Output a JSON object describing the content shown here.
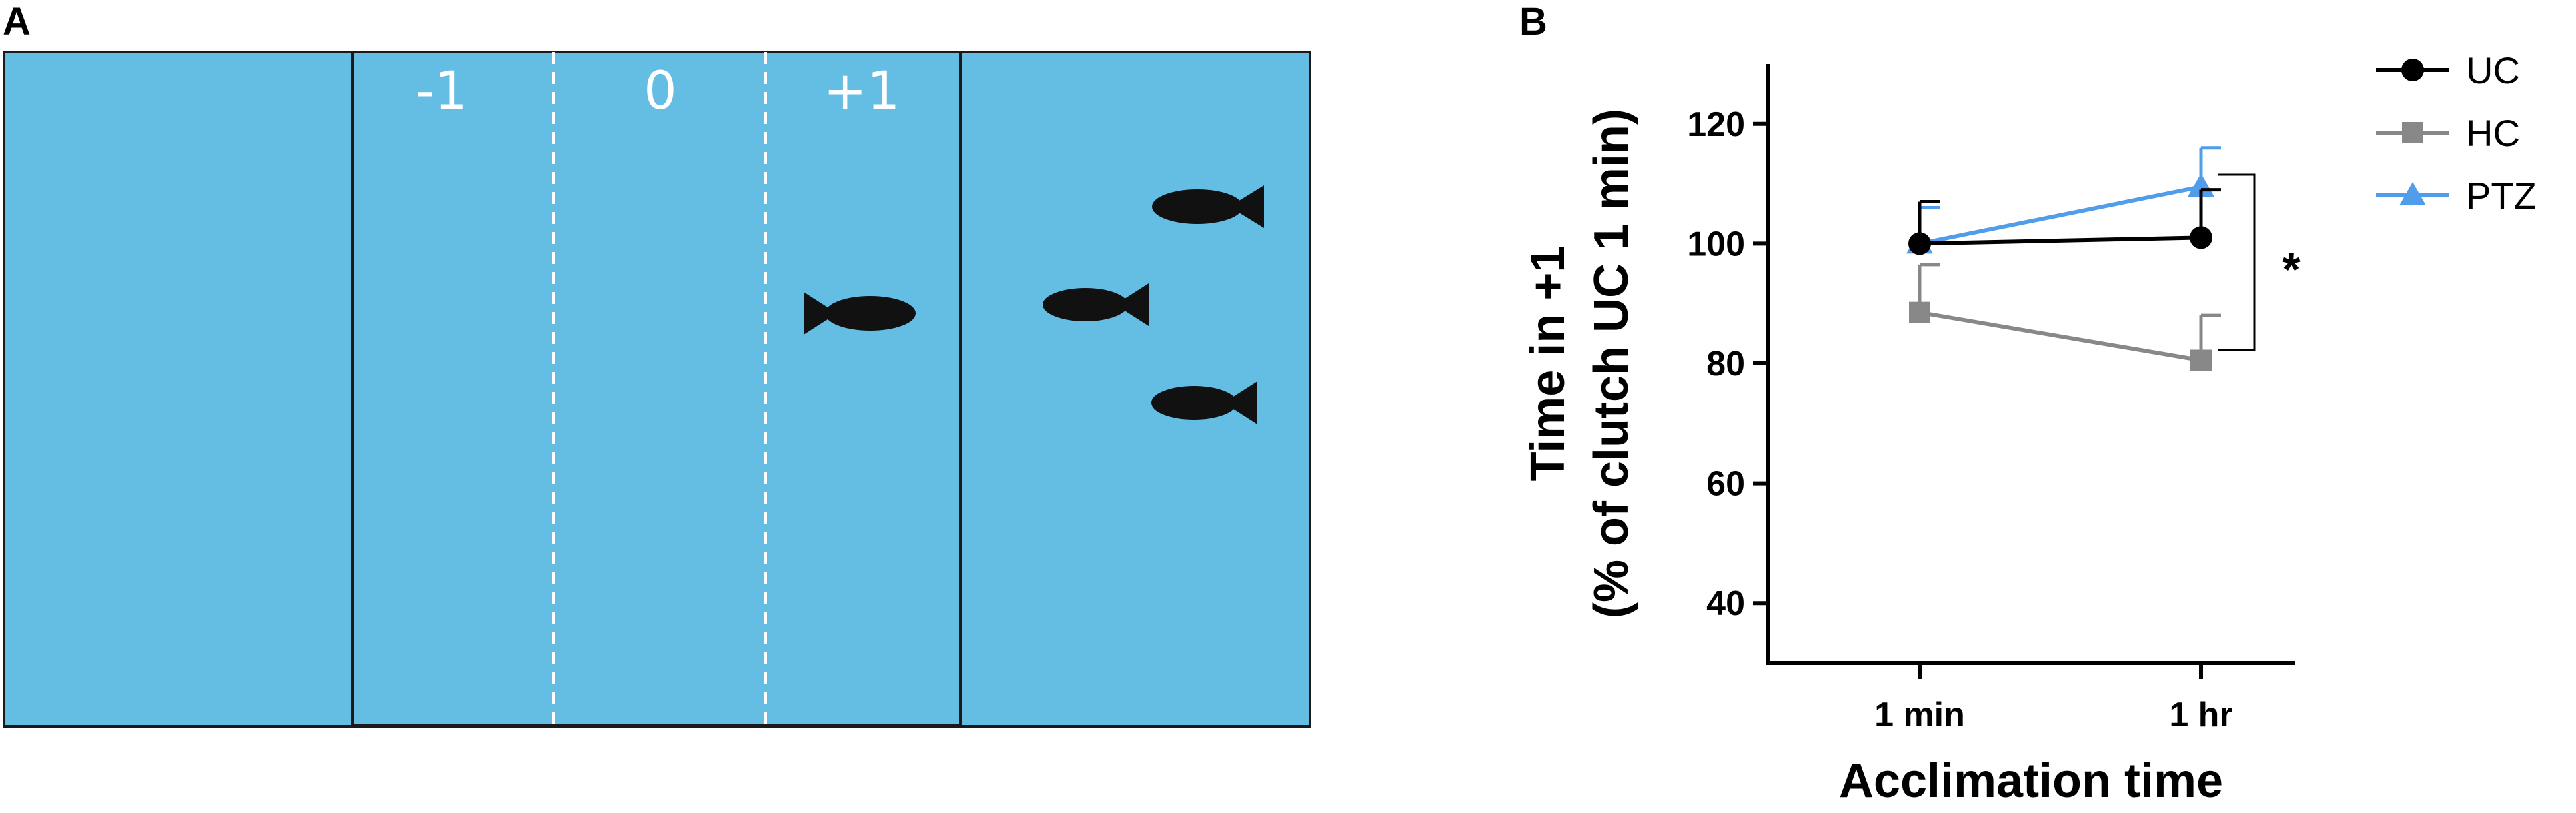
{
  "panel_a": {
    "letter": "A",
    "tank_color": "#64BDE3",
    "zones": [
      {
        "label": "-1"
      },
      {
        "label": "0"
      },
      {
        "label": "+1"
      }
    ],
    "fish_icon": "fish-icon"
  },
  "panel_b": {
    "letter": "B",
    "significance": "*"
  },
  "chart_data": {
    "type": "line",
    "categories": [
      "1 min",
      "1 hr"
    ],
    "xlabel": "Acclimation time",
    "ylabel_line1": "Time in +1",
    "ylabel_line2": "(% of clutch UC 1 min)",
    "ylim": [
      30,
      130
    ],
    "yticks": [
      40,
      60,
      80,
      100,
      120
    ],
    "grid": false,
    "legend_position": "top-right",
    "series": [
      {
        "name": "UC",
        "values": [
          100,
          101
        ],
        "errors": [
          7,
          8
        ],
        "color": "#000000",
        "marker": "circle"
      },
      {
        "name": "HC",
        "values": [
          88.5,
          80.5
        ],
        "errors": [
          8,
          7.5
        ],
        "color": "#888888",
        "marker": "square"
      },
      {
        "name": "PTZ",
        "values": [
          100,
          109.5
        ],
        "errors": [
          6,
          6.5
        ],
        "color": "#4F9DEB",
        "marker": "triangle"
      }
    ]
  }
}
